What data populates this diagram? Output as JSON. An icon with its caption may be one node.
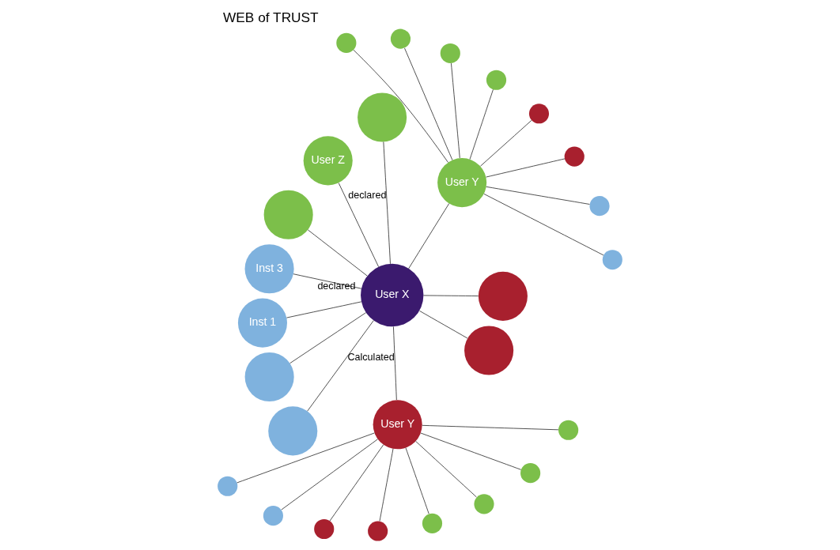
{
  "diagram": {
    "title": "WEB of TRUST",
    "nodes": [
      {
        "text": [
          "User X"
        ]
      },
      {
        "text": [
          "User Y"
        ]
      },
      {
        "text": [],
        "shape": "circle"
      },
      {
        "text": [
          "User Z"
        ]
      },
      {
        "text": [],
        "shape": "circle"
      },
      {
        "text": [
          "Inst 3"
        ]
      },
      {
        "text": [
          "Inst 1"
        ]
      },
      {
        "text": [],
        "shape": "circle"
      },
      {
        "text": [],
        "shape": "circle"
      },
      {
        "text": [
          "User Y"
        ]
      },
      {
        "text": [],
        "shape": "circle"
      },
      {
        "text": [],
        "shape": "circle"
      },
      {
        "text": [],
        "shape": "circle"
      },
      {
        "text": [],
        "shape": "circle"
      },
      {
        "text": [],
        "shape": "circle"
      },
      {
        "text": [],
        "shape": "circle"
      },
      {
        "text": [],
        "shape": "circle"
      },
      {
        "text": [],
        "shape": "circle"
      },
      {
        "text": [],
        "shape": "circle"
      },
      {
        "text": [],
        "shape": "circle"
      },
      {
        "text": [],
        "shape": "circle"
      },
      {
        "text": [],
        "shape": "circle"
      },
      {
        "text": [],
        "shape": "circle"
      },
      {
        "text": [],
        "shape": "circle"
      },
      {
        "text": [],
        "shape": "circle"
      },
      {
        "text": [],
        "shape": "circle"
      },
      {
        "text": [],
        "shape": "circle"
      },
      {
        "text": [],
        "shape": "circle"
      }
    ],
    "edges": [
      {
        "from": 0,
        "to": 1,
        "arrow": "none"
      },
      {
        "from": 0,
        "to": 2,
        "arrow": "none",
        "label": "declared"
      },
      {
        "from": 0,
        "to": 3,
        "arrow": "none"
      },
      {
        "from": 0,
        "to": 4,
        "arrow": "none"
      },
      {
        "from": 0,
        "to": 5,
        "arrow": "none",
        "label": "declared"
      },
      {
        "from": 0,
        "to": 6,
        "arrow": "none"
      },
      {
        "from": 0,
        "to": 7,
        "arrow": "none"
      },
      {
        "from": 0,
        "to": 8,
        "arrow": "none"
      },
      {
        "from": 0,
        "to": 9,
        "arrow": "none",
        "label": "Calculated"
      },
      {
        "from": 0,
        "to": 10,
        "arrow": "none"
      },
      {
        "from": 0,
        "to": 11,
        "arrow": "none"
      },
      {
        "from": 1,
        "to": 12,
        "arrow": "none"
      },
      {
        "from": 1,
        "to": 13,
        "arrow": "none"
      },
      {
        "from": 1,
        "to": 14,
        "arrow": "none"
      },
      {
        "from": 1,
        "to": 15,
        "arrow": "none"
      },
      {
        "from": 1,
        "to": 16,
        "arrow": "none"
      },
      {
        "from": 1,
        "to": 17,
        "arrow": "none"
      },
      {
        "from": 1,
        "to": 18,
        "arrow": "none"
      },
      {
        "from": 1,
        "to": 19,
        "arrow": "none"
      },
      {
        "from": 9,
        "to": 20,
        "arrow": "none"
      },
      {
        "from": 9,
        "to": 21,
        "arrow": "none"
      },
      {
        "from": 9,
        "to": 22,
        "arrow": "none"
      },
      {
        "from": 9,
        "to": 23,
        "arrow": "none"
      },
      {
        "from": 9,
        "to": 24,
        "arrow": "none"
      },
      {
        "from": 9,
        "to": 25,
        "arrow": "none"
      },
      {
        "from": 9,
        "to": 26,
        "arrow": "none"
      },
      {
        "from": 9,
        "to": 27,
        "arrow": "none"
      }
    ]
  }
}
